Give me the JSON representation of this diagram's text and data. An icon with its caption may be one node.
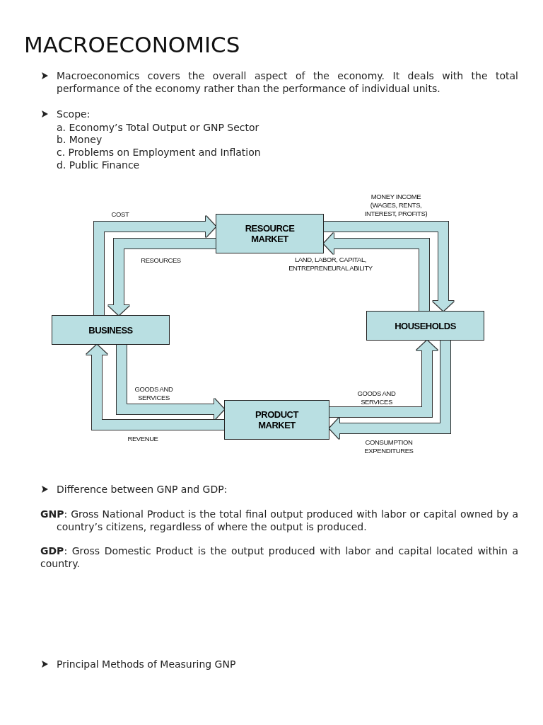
{
  "diagram": {
    "title": "MACROECONOMICS",
    "nodes": [
      {
        "text": [
          "RESOURCE MARKET"
        ]
      },
      {
        "text": [
          "BUSINESS"
        ]
      },
      {
        "text": [
          "HOUSEHOLDS"
        ]
      },
      {
        "text": [
          "PRODUCT MARKET"
        ]
      }
    ],
    "edges": [
      {
        "from": 1,
        "to": 0,
        "arrow": "to",
        "label": "COST"
      },
      {
        "from": 0,
        "to": 1,
        "arrow": "to",
        "label": "RESOURCES"
      },
      {
        "from": 0,
        "to": 2,
        "arrow": "to",
        "label": "MONEY INCOME (WAGES, RENTS, INTEREST, PROFITS)"
      },
      {
        "from": 2,
        "to": 0,
        "arrow": "to",
        "label": "LAND, LABOR, CAPITAL, ENTREPRENEURAL ABILITY"
      },
      {
        "from": 1,
        "to": 3,
        "arrow": "to",
        "label": "GOODS AND SERVICES"
      },
      {
        "from": 3,
        "to": 1,
        "arrow": "to",
        "label": "REVENUE"
      },
      {
        "from": 3,
        "to": 2,
        "arrow": "to",
        "label": "GOODS AND SERVICES"
      },
      {
        "from": 2,
        "to": 3,
        "arrow": "to",
        "label": "CONSUMPTION EXPENDITURES"
      }
    ],
    "labels": [
      "Macroeconomics covers the overall aspect of the economy. It deals with the total performance of the economy rather than the performance of individual units.",
      "Scope:",
      "a. Economy’s Total Output or GNP Sector",
      "b. Money",
      "c. Problems on Employment and Inflation",
      "d. Public Finance",
      "Difference between GNP and GDP:",
      "**GNP**: Gross National Product is the total final output produced with labor or capital owned by a country’s citizens, regardless of where the output is produced.",
      "**GDP**: Gross Domestic Product is the output produced with labor and capital located within a country.",
      "Principal Methods of Measuring GNP"
    ]
  }
}
